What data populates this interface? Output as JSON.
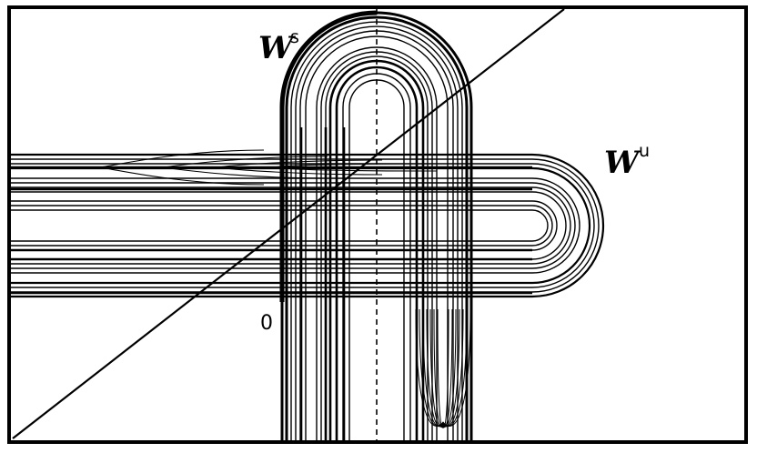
{
  "diagram": {
    "labels": {
      "stable_main": "W",
      "stable_sup": "s",
      "unstable_main": "W",
      "unstable_sup": "u",
      "origin": "0"
    },
    "colors": {
      "ink": "#000000",
      "background": "#ffffff"
    }
  }
}
